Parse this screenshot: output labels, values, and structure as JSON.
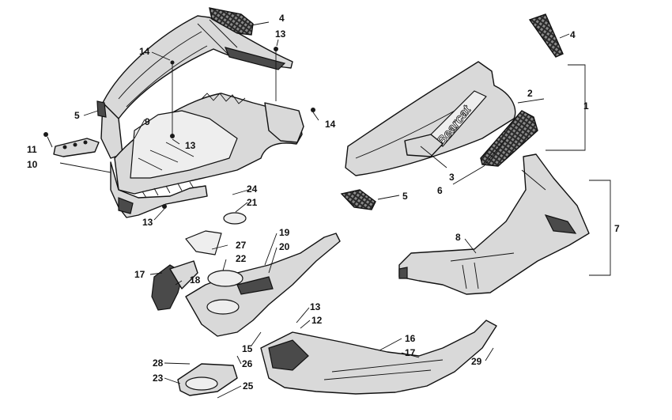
{
  "diagram": {
    "callouts": [
      {
        "key": "c1",
        "text": "1"
      },
      {
        "key": "c2",
        "text": "2"
      },
      {
        "key": "c3",
        "text": "3"
      },
      {
        "key": "c4a",
        "text": "4"
      },
      {
        "key": "c4b",
        "text": "4"
      },
      {
        "key": "c5a",
        "text": "5"
      },
      {
        "key": "c5b",
        "text": "5"
      },
      {
        "key": "c6",
        "text": "6"
      },
      {
        "key": "c7",
        "text": "7"
      },
      {
        "key": "c8",
        "text": "8"
      },
      {
        "key": "c9",
        "text": "9"
      },
      {
        "key": "c10",
        "text": "10"
      },
      {
        "key": "c11",
        "text": "11"
      },
      {
        "key": "c12",
        "text": "12"
      },
      {
        "key": "c13a",
        "text": "13"
      },
      {
        "key": "c13b",
        "text": "13"
      },
      {
        "key": "c13c",
        "text": "13"
      },
      {
        "key": "c13d",
        "text": "13"
      },
      {
        "key": "c14a",
        "text": "14"
      },
      {
        "key": "c14b",
        "text": "14"
      },
      {
        "key": "c15",
        "text": "15"
      },
      {
        "key": "c16",
        "text": "16"
      },
      {
        "key": "c17a",
        "text": "17"
      },
      {
        "key": "c17b",
        "text": "17"
      },
      {
        "key": "c18",
        "text": "18"
      },
      {
        "key": "c19",
        "text": "19"
      },
      {
        "key": "c20",
        "text": "20"
      },
      {
        "key": "c21",
        "text": "21"
      },
      {
        "key": "c22",
        "text": "22"
      },
      {
        "key": "c23",
        "text": "23"
      },
      {
        "key": "c24",
        "text": "24"
      },
      {
        "key": "c25",
        "text": "25"
      },
      {
        "key": "c26",
        "text": "26"
      },
      {
        "key": "c27",
        "text": "27"
      },
      {
        "key": "c28",
        "text": "28"
      },
      {
        "key": "c29",
        "text": "29"
      }
    ],
    "decal_text": "Bearcat",
    "colors": {
      "line": "#111111",
      "part_fill": "#d9d9d9",
      "background": "#ffffff"
    }
  }
}
